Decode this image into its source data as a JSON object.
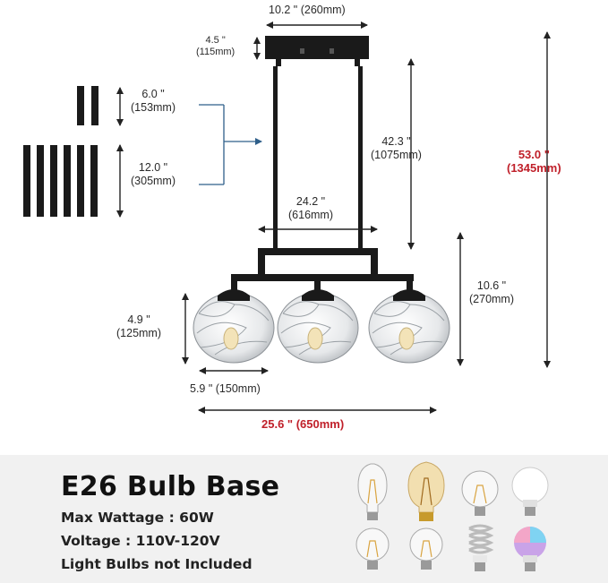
{
  "dimensions": {
    "canopy_width": "10.2 \" (260mm)",
    "canopy_height_in": "4.5 \"",
    "canopy_height_mm": "(115mm)",
    "rod_short_in": "6.0 \"",
    "rod_short_mm": "(153mm)",
    "rod_long_in": "12.0 \"",
    "rod_long_mm": "(305mm)",
    "rod_length_in": "42.3 \"",
    "rod_length_mm": "(1075mm)",
    "total_height_in": "53.0 \"",
    "total_height_mm": "(1345mm)",
    "bar_width_in": "24.2 \"",
    "bar_width_mm": "(616mm)",
    "fixture_height_in": "10.6 \"",
    "fixture_height_mm": "(270mm)",
    "shade_height_in": "4.9 \"",
    "shade_height_mm": "(125mm)",
    "shade_width": "5.9 \" (150mm)",
    "total_width": "25.6 \" (650mm)"
  },
  "specs": {
    "title": "E26 Bulb Base",
    "max_wattage": "Max Wattage : 60W",
    "voltage": "Voltage : 110V-120V",
    "bulbs_note": "Light Bulbs not Included"
  },
  "colors": {
    "fixture": "#1a1a1a",
    "accent_red": "#c0202a",
    "bracket_blue": "#2f5f8a",
    "panel_bg": "#f1f1f1"
  }
}
